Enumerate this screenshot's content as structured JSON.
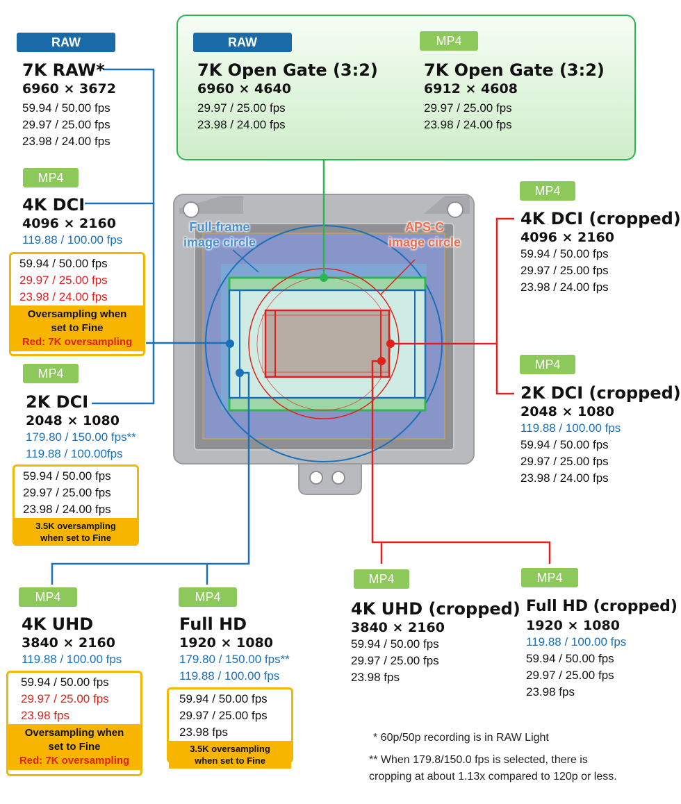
{
  "badges": {
    "raw": "RAW",
    "mp4": "MP4"
  },
  "sensor_labels": {
    "fullframe_line1": "Full-frame",
    "fullframe_line2": "image circle",
    "apsc_line1": "APS-C",
    "apsc_line2": "image circle"
  },
  "raw_7k": {
    "title": "7K RAW*",
    "resolution": "6960 × 3672",
    "fps": [
      "59.94 / 50.00 fps",
      "29.97 / 25.00 fps",
      "23.98 / 24.00 fps"
    ]
  },
  "open_gate_raw": {
    "title": "7K Open Gate (3:2)",
    "resolution": "6960 × 4640",
    "fps": [
      "29.97 / 25.00 fps",
      "23.98 / 24.00 fps"
    ]
  },
  "open_gate_mp4": {
    "title": "7K Open Gate (3:2)",
    "resolution": "6912 × 4608",
    "fps": [
      "29.97 / 25.00 fps",
      "23.98 / 24.00 fps"
    ]
  },
  "dci_4k": {
    "title": "4K DCI",
    "resolution": "4096 × 2160",
    "fps_high": "119.88 / 100.00 fps",
    "fps": [
      "59.94 / 50.00 fps",
      "29.97 / 25.00 fps",
      "23.98 / 24.00 fps"
    ],
    "footer_line1": "Oversampling when",
    "footer_line2": "set to Fine",
    "footer_red": "Red: 7K oversampling"
  },
  "dci_2k": {
    "title": "2K DCI",
    "resolution": "2048 × 1080",
    "fps_high1": "179.80 / 150.00 fps**",
    "fps_high2": "119.88 / 100.00fps",
    "fps": [
      "59.94 / 50.00 fps",
      "29.97 / 25.00 fps",
      "23.98 / 24.00 fps"
    ],
    "footer_line1": "3.5K oversampling",
    "footer_line2": "when set to Fine"
  },
  "dci_4k_crop": {
    "title": "4K DCI (cropped)",
    "resolution": "4096 × 2160",
    "fps": [
      "59.94 / 50.00 fps",
      "29.97 / 25.00 fps",
      "23.98 / 24.00 fps"
    ]
  },
  "dci_2k_crop": {
    "title": "2K DCI (cropped)",
    "resolution": "2048 × 1080",
    "fps_high": "119.88 / 100.00 fps",
    "fps": [
      "59.94 / 50.00 fps",
      "29.97 / 25.00 fps",
      "23.98 / 24.00 fps"
    ]
  },
  "uhd_4k": {
    "title": "4K UHD",
    "resolution": "3840 × 2160",
    "fps_high": "119.88 / 100.00 fps",
    "fps": [
      "59.94 / 50.00 fps",
      "29.97 / 25.00 fps",
      "23.98 fps"
    ],
    "footer_line1": "Oversampling when",
    "footer_line2": "set to Fine",
    "footer_red": "Red: 7K oversampling"
  },
  "full_hd": {
    "title": "Full HD",
    "resolution": "1920 × 1080",
    "fps_high1": "179.80 / 150.00 fps**",
    "fps_high2": "119.88 / 100.00 fps",
    "fps": [
      "59.94 / 50.00 fps",
      "29.97 / 25.00 fps",
      "23.98 fps"
    ],
    "footer_line1": "3.5K oversampling",
    "footer_line2": "when set to Fine"
  },
  "uhd_4k_crop": {
    "title": "4K UHD (cropped)",
    "resolution": "3840 × 2160",
    "fps": [
      "59.94 / 50.00 fps",
      "29.97 / 25.00 fps",
      "23.98 fps"
    ]
  },
  "full_hd_crop": {
    "title": "Full HD (cropped)",
    "resolution": "1920 × 1080",
    "fps_high": "119.88 / 100.00 fps",
    "fps": [
      "59.94 / 50.00 fps",
      "29.97 / 25.00 fps",
      "23.98 fps"
    ]
  },
  "notes": {
    "note1": "* 60p/50p recording is in RAW Light",
    "note2_line1": "** When 179.8/150.0 fps is selected, there is",
    "note2_line2": "cropping at about 1.13x compared to 120p or less."
  },
  "colors": {
    "raw_badge": "#1a6aa8",
    "mp4_badge": "#8dc85a",
    "fullframe": "#1a70b8",
    "apsc": "#e0201a",
    "open_gate": "#2db550",
    "oversampling": "#f7b500"
  }
}
